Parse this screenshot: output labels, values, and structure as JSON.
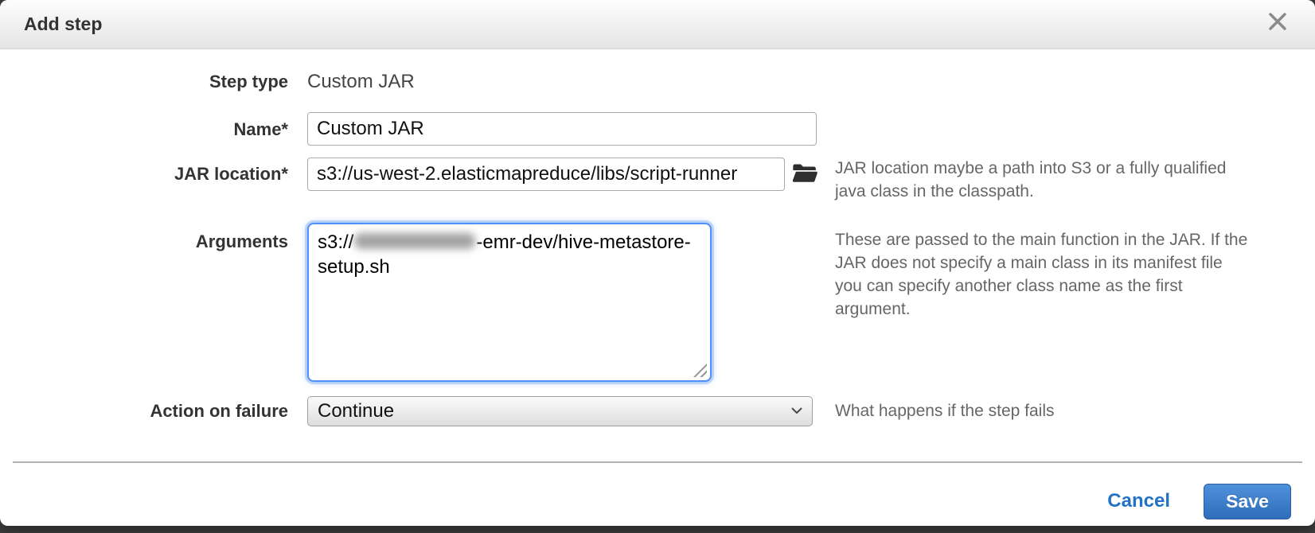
{
  "dialog": {
    "title": "Add step"
  },
  "form": {
    "step_type": {
      "label": "Step type",
      "value": "Custom JAR"
    },
    "name": {
      "label": "Name*",
      "value": "Custom JAR"
    },
    "jar_location": {
      "label": "JAR location*",
      "value": "s3://us-west-2.elasticmapreduce/libs/script-runner",
      "help": "JAR location maybe a path into S3 or a fully qualified java class in the classpath."
    },
    "arguments": {
      "label": "Arguments",
      "value_prefix": "s3://",
      "value_redacted": true,
      "value_line1_rest": "-emr-dev/hive-metastore-",
      "value_line2": "setup.sh",
      "help": "These are passed to the main function in the JAR. If the JAR does not specify a main class in its manifest file you can specify another class name as the first argument."
    },
    "action_on_failure": {
      "label": "Action on failure",
      "value": "Continue",
      "help": "What happens if the step fails"
    }
  },
  "footer": {
    "cancel_label": "Cancel",
    "save_label": "Save"
  },
  "colors": {
    "link_blue": "#2273c3",
    "save_button_top": "#4f92dc",
    "save_button_bottom": "#2d6db9",
    "focus_border": "#4d90fe",
    "header_gradient_bottom": "#e4e4e4"
  }
}
